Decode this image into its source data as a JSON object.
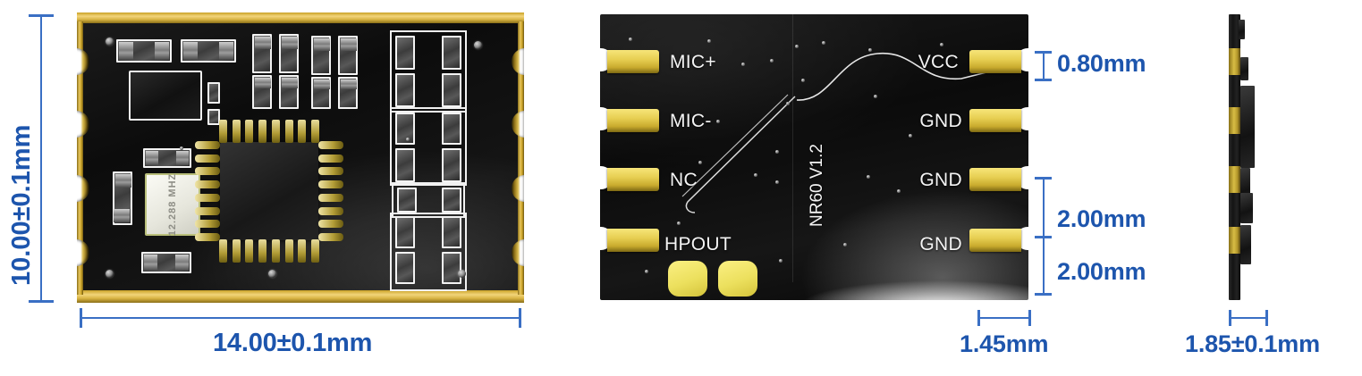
{
  "figure": {
    "type": "mechanical-dimension-drawing",
    "subject": "NR60 V1.2 audio module PCB",
    "accent_color": "#1d55ad",
    "line_color": "#3a6fc4",
    "background": "#ffffff"
  },
  "views": {
    "top": {
      "name": "top-view",
      "component_labels": {
        "crystal": "12.288 MHZ"
      }
    },
    "bottom": {
      "name": "bottom-view",
      "silkscreen_part": "NR60 V1.2",
      "pads_left": [
        {
          "label": "MIC+"
        },
        {
          "label": "MIC-"
        },
        {
          "label": "NC"
        },
        {
          "label": "HPOUT"
        }
      ],
      "pads_right": [
        {
          "label": "VCC"
        },
        {
          "label": "GND"
        },
        {
          "label": "GND"
        },
        {
          "label": "GND"
        }
      ]
    },
    "side": {
      "name": "side-view"
    }
  },
  "dimensions": {
    "height": "10.00±0.1mm",
    "width": "14.00±0.1mm",
    "pad_height": "0.80mm",
    "pad_pitch_1": "2.00mm",
    "pad_pitch_2": "2.00mm",
    "pad_width": "1.45mm",
    "thickness": "1.85±0.1mm"
  }
}
